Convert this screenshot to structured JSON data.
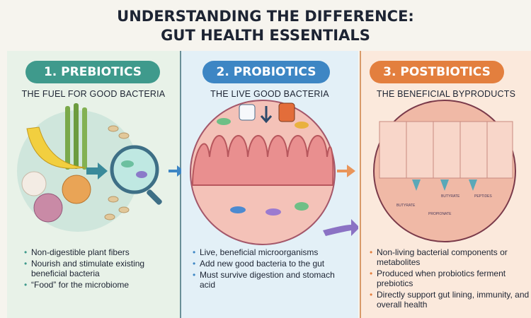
{
  "title": {
    "line1": "UNDERSTANDING THE DIFFERENCE:",
    "line2": "GUT HEALTH ESSENTIALS"
  },
  "panels": [
    {
      "label": "1. PREBIOTICS",
      "subtitle": "THE FUEL FOR GOOD BACTERIA",
      "color": "#3f9a8c",
      "bullets": [
        "Non-digestible plant fibers",
        "Nourish and stimulate existing beneficial bacteria",
        "“Food” for the microbiome"
      ]
    },
    {
      "label": "2. PROBIOTICS",
      "subtitle": "THE LIVE GOOD BACTERIA",
      "color": "#3d86c4",
      "bullets": [
        "Live, beneficial microorganisms",
        "Add new good bacteria to the gut",
        "Must survive digestion and stomach acid"
      ]
    },
    {
      "label": "3. POSTBIOTICS",
      "subtitle": "THE BENEFICIAL BYPRODUCTS",
      "color": "#e37f3e",
      "bullets": [
        "Non-living bacterial components or metabolites",
        "Produced when probiotics ferment prebiotics",
        "Directly support gut lining, immunity, and overall health"
      ]
    }
  ],
  "molecule_labels": {
    "butyrate": "BUTYRATE",
    "propionate": "PROPIONATE",
    "butyrate_ribbon": "BUTYRATE",
    "peptides": "PEPTIDES"
  }
}
